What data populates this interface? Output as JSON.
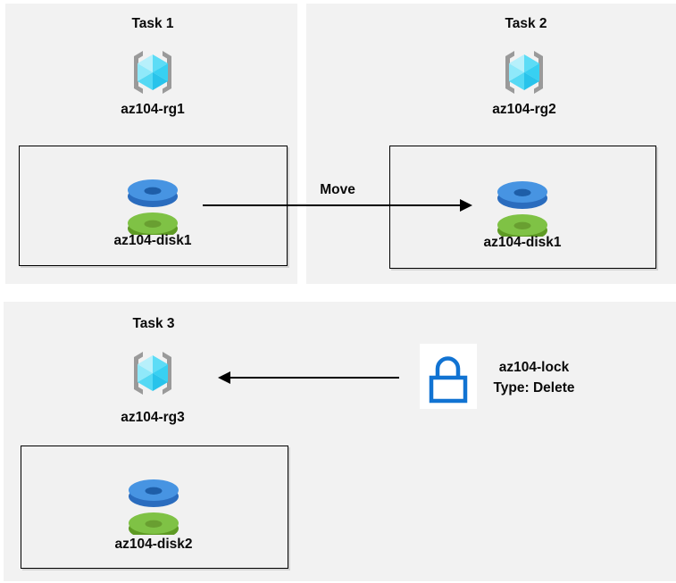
{
  "diagram": {
    "task1": {
      "title": "Task 1",
      "rg_label": "az104-rg1",
      "disk_label": "az104-disk1"
    },
    "task2": {
      "title": "Task 2",
      "rg_label": "az104-rg2",
      "disk_label": "az104-disk1"
    },
    "task3": {
      "title": "Task 3",
      "rg_label": "az104-rg3",
      "disk_label": "az104-disk2"
    },
    "move_arrow_label": "Move",
    "lock": {
      "name": "az104-lock",
      "type": "Type: Delete"
    }
  },
  "icons": {
    "resource_group": "resource-group-icon",
    "managed_disk": "managed-disk-icon",
    "lock": "lock-icon"
  },
  "colors": {
    "panel_bg": "#f2f2f2",
    "box_border": "#000000",
    "arrow": "#000000",
    "lock_blue": "#1173d2",
    "rg_bracket": "#9a9a9a",
    "rg_cube_light": "#b7f0fb",
    "rg_cube_main": "#5cdcf6",
    "rg_cube_dark": "#28c3eb",
    "disk_blue_top": "#4794e2",
    "disk_blue_side": "#2a6cbe",
    "disk_green_top": "#7fc245",
    "disk_green_side": "#5e9a24"
  }
}
